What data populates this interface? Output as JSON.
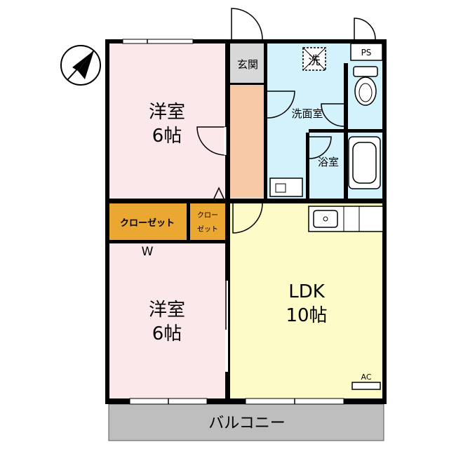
{
  "rooms": {
    "western_room_top": {
      "name": "洋室",
      "size": "6帖"
    },
    "western_room_bottom": {
      "name": "洋室",
      "size": "6帖"
    },
    "ldk": {
      "name": "LDK",
      "size": "10帖"
    },
    "entrance": {
      "name": "玄関"
    },
    "washroom": {
      "name": "洗面室"
    },
    "bathroom": {
      "name": "浴室"
    },
    "closet_main": {
      "name": "クローゼット"
    },
    "closet_small": {
      "line1": "クロー",
      "line2": "ゼット"
    },
    "balcony": {
      "name": "バルコニー"
    }
  },
  "fixtures": {
    "laundry": "洗",
    "pipe_space": "PS",
    "air_conditioner": "AC",
    "wardrobe": "W"
  },
  "colors": {
    "western_room": "#fbe8ea",
    "ldk": "#fdfcc8",
    "wet_area": "#d4f2fb",
    "closet": "#eaa832",
    "corridor": "#f8c9a6",
    "balcony": "#bebebe",
    "entrance": "#d8d8d8"
  },
  "compass": {
    "direction": "north"
  }
}
